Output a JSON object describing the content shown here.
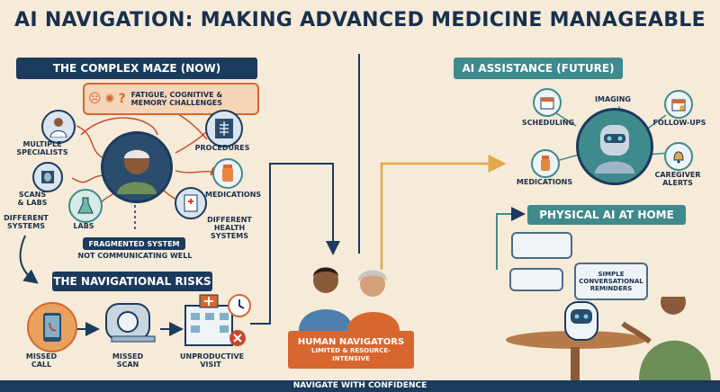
{
  "title": "AI NAVIGATION: MAKING ADVANCED MEDICINE MANAGEABLE",
  "left": {
    "banner": "THE COMPLEX MAZE (NOW)",
    "thought": "FATIGUE, COGNITIVE & MEMORY CHALLENGES",
    "nodes": {
      "specialists": "MULTIPLE SPECIALISTS",
      "scans": "SCANS & LABS",
      "systems": "DIFFERENT SYSTEMS",
      "labs": "LABS",
      "procedures": "PROCEDURES",
      "medications": "MEDICATIONS",
      "health_systems": "DIFFERENT HEALTH SYSTEMS"
    },
    "fragmented": "FRAGMENTED SYSTEM",
    "not_communicating": "NOT COMMUNICATING WELL",
    "risks_banner": "THE NAVIGATIONAL RISKS",
    "risks": [
      "MISSED CALL",
      "MISSED SCAN",
      "UNPRODUCTIVE VISIT"
    ]
  },
  "middle": {
    "label": "HUMAN NAVIGATORS",
    "sub": "LIMITED & RESOURCE-INTENSIVE"
  },
  "right": {
    "banner": "AI ASSISTANCE (FUTURE)",
    "items": {
      "scheduling": "SCHEDULING",
      "imaging": "IMAGING",
      "followups": "FOLLOW-UPS",
      "medications": "MEDICATIONS",
      "caregiver": "CAREGIVER ALERTS"
    },
    "home_banner": "PHYSICAL AI AT HOME",
    "reminders": "SIMPLE CONVERSATIONAL REMINDERS"
  },
  "footer": "NAVIGATE WITH CONFIDENCE",
  "colors": {
    "navy": "#1b3a5c",
    "teal": "#3f8a8c",
    "orange": "#d7672f",
    "gold": "#e2a84a",
    "background": "#f6ead8"
  }
}
